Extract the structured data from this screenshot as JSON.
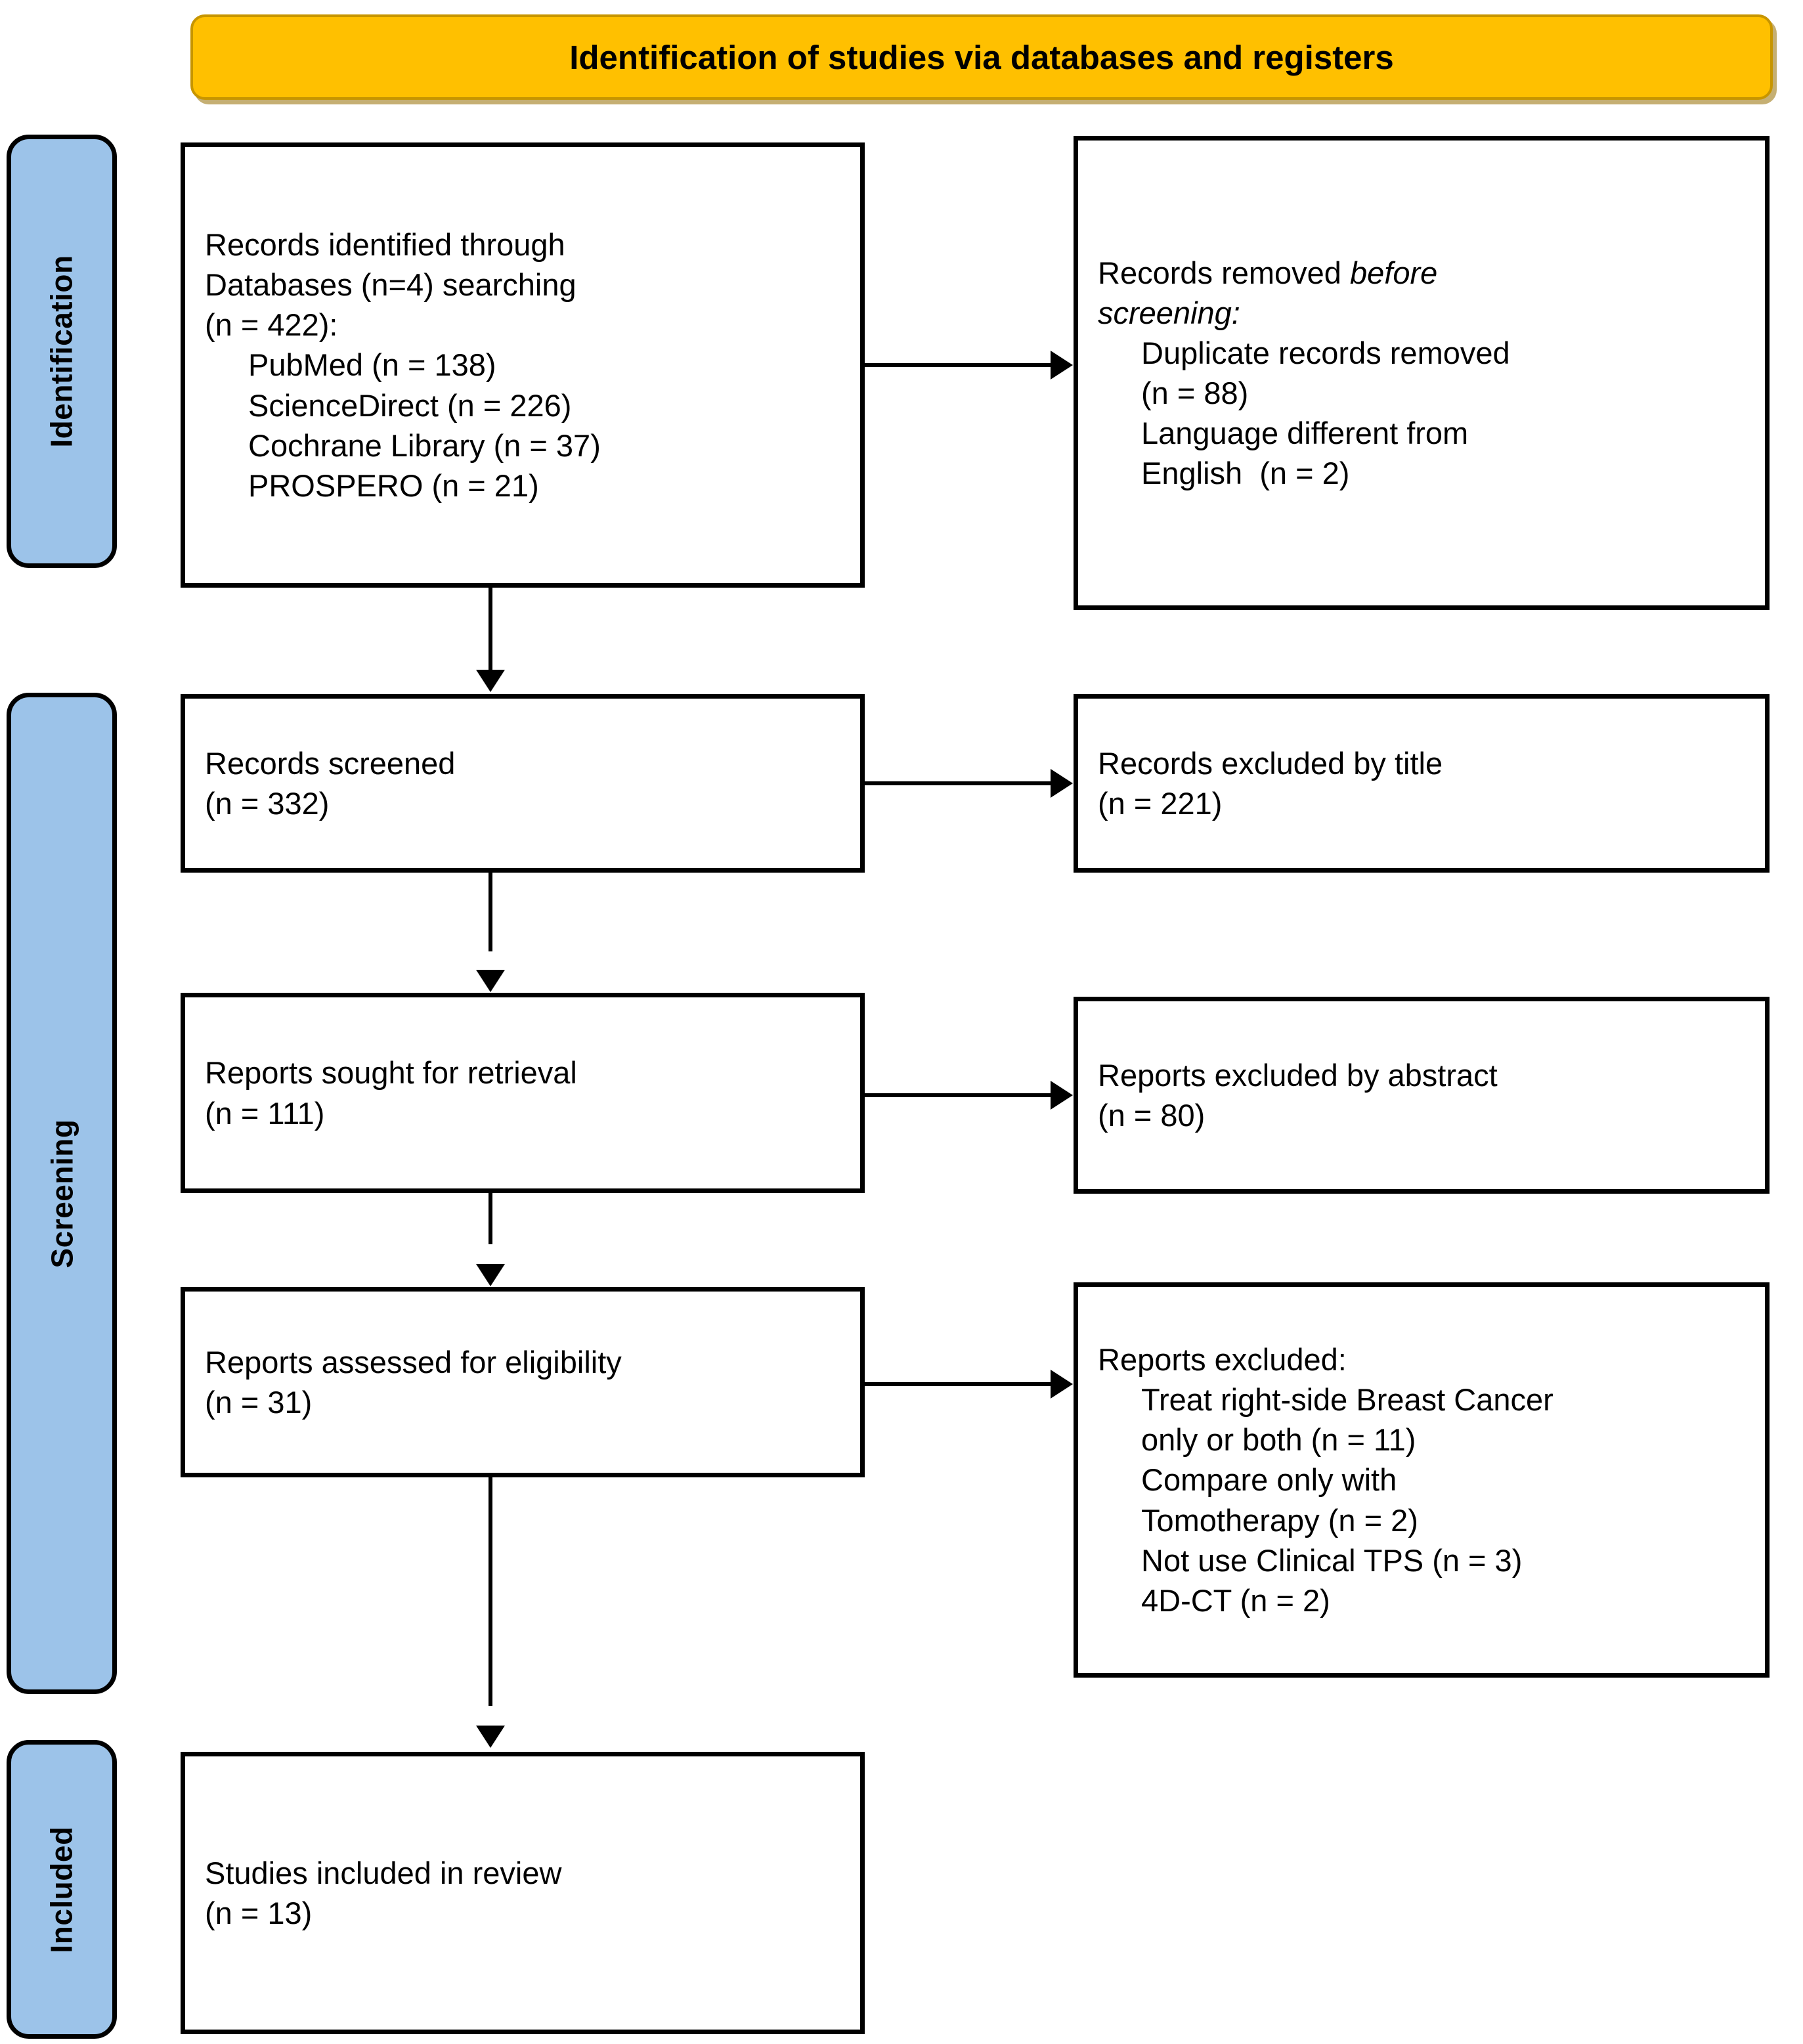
{
  "header": {
    "title": "Identification of studies via databases and registers",
    "background_color": "#FFC000"
  },
  "stages": [
    {
      "label": "Identification"
    },
    {
      "label": "Screening"
    },
    {
      "label": "Included"
    }
  ],
  "stage_bar_color": "#9CC3E9",
  "boxes": {
    "identified": {
      "lines": [
        "Records identified through",
        "Databases (n=4) searching",
        "(n = 422):"
      ],
      "sublines": [
        "PubMed (n = 138)",
        "ScienceDirect (n = 226)",
        "Cochrane Library (n = 37)",
        "PROSPERO (n = 21)"
      ]
    },
    "removed_before_screening": {
      "title_prefix": "Records removed ",
      "title_italic_a": "before",
      "title_italic_b": "screening",
      "title_suffix": ":",
      "sublines": [
        "Duplicate records removed",
        "(n = 88)",
        "Language different from",
        "English  (n = 2)"
      ]
    },
    "records_screened": {
      "lines": [
        "Records screened",
        "(n = 332)"
      ]
    },
    "records_excluded_title": {
      "lines": [
        "Records excluded by title",
        "(n = 221)"
      ]
    },
    "reports_sought": {
      "lines": [
        "Reports sought for retrieval",
        "(n = 111)"
      ]
    },
    "reports_excluded_abstract": {
      "lines": [
        "Reports excluded by abstract",
        "(n = 80)"
      ]
    },
    "reports_assessed": {
      "lines": [
        "Reports assessed for eligibility",
        "(n = 31)"
      ]
    },
    "reports_excluded_detail": {
      "title": "Reports excluded:",
      "sublines": [
        "Treat right-side Breast Cancer",
        "only or both (n = 11)",
        "Compare only with",
        "Tomotherapy (n = 2)",
        "Not use Clinical TPS (n = 3)",
        "4D-CT (n = 2)"
      ]
    },
    "studies_included": {
      "lines": [
        "Studies included in review",
        "(n = 13)"
      ]
    }
  }
}
